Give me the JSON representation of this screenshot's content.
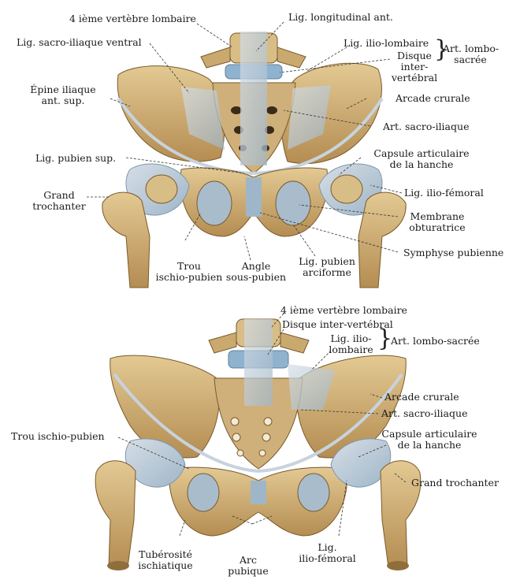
{
  "top_view": {
    "labels": {
      "vertebre": "4 ième vertèbre lombaire",
      "lig_longitudinal": "Lig. longitudinal ant.",
      "lig_sacro_iliaque_ventral": "Lig. sacro-iliaque ventral",
      "lig_ilio_lombaire": "Lig. ilio-lombaire",
      "disque_l1": "Disque",
      "disque_l2": "inter-",
      "disque_l3": "vertébral",
      "art_lombo_sacree_l1": "Art. lombo-",
      "art_lombo_sacree_l2": "sacrée",
      "epine_l1": "Épine iliaque",
      "epine_l2": "ant. sup.",
      "arcade_crurale": "Arcade crurale",
      "art_sacro_iliaque": "Art. sacro-iliaque",
      "lig_pubien_sup": "Lig. pubien sup.",
      "capsule_l1": "Capsule articulaire",
      "capsule_l2": "de la hanche",
      "grand_trochanter_l1": "Grand",
      "grand_trochanter_l2": "trochanter",
      "lig_ilio_femoral": "Lig. ilio-fémoral",
      "membrane_l1": "Membrane",
      "membrane_l2": "obturatrice",
      "symphyse": "Symphyse pubienne",
      "trou_l1": "Trou",
      "trou_l2": "ischio-pubien",
      "angle_l1": "Angle",
      "angle_l2": "sous-pubien",
      "lig_arciforme_l1": "Lig. pubien",
      "lig_arciforme_l2": "arciforme"
    }
  },
  "bottom_view": {
    "labels": {
      "vertebre": "4 ième vertèbre lombaire",
      "disque": "Disque inter-vertébral",
      "lig_ilio_l1": "Lig. ilio-",
      "lig_ilio_l2": "lombaire",
      "art_lombo_sacree": "Art. lombo-sacrée",
      "arcade_crurale": "Arcade crurale",
      "art_sacro_iliaque": "Art. sacro-iliaque",
      "trou_ischio_pubien": "Trou ischio-pubien",
      "capsule_l1": "Capsule articulaire",
      "capsule_l2": "de la hanche",
      "grand_trochanter": "Grand trochanter",
      "tuberosite_l1": "Tubérosité",
      "tuberosite_l2": "ischiatique",
      "arc_l1": "Arc",
      "arc_l2": "pubique",
      "lig_ilio_femoral_l1": "Lig.",
      "lig_ilio_femoral_l2": "ilio-fémoral"
    }
  },
  "colors": {
    "bone": "#c9a86a",
    "bone_dark": "#8f6e3c",
    "bone_light": "#e6cf9a",
    "ligament": "#b9c6d2",
    "ligament_blue": "#8fb3cf",
    "hole": "#3a2a18"
  }
}
